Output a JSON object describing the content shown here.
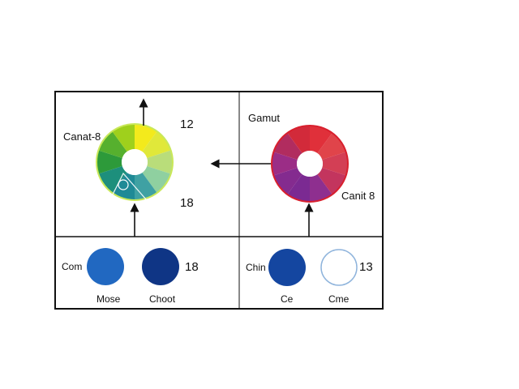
{
  "top_left": {
    "wheel_label": "Canat-8",
    "top_value": "12",
    "bottom_value": "18"
  },
  "top_right": {
    "title": "Gamut",
    "wheel_label": "Canit 8"
  },
  "bottom_left": {
    "row_label": "Com",
    "swatch1_label": "Mose",
    "swatch2_label": "Choot",
    "value": "18"
  },
  "bottom_right": {
    "row_label": "Chin",
    "swatch1_label": "Ce",
    "swatch2_label": "Cme",
    "value": "13"
  },
  "colors": {
    "frame": "#111111",
    "wheel1": [
      "#f3ea1c",
      "#e0e83a",
      "#b9dd7a",
      "#8fd0a0",
      "#3fa1a3",
      "#1f8a96",
      "#1d8f7c",
      "#2d9a3a",
      "#56b02e",
      "#9fd01c"
    ],
    "wheel2": [
      "#e0303a",
      "#e0444a",
      "#d33f55",
      "#c3355e",
      "#8e2f8f",
      "#7b2a92",
      "#842b8f",
      "#9b2d86",
      "#b12c5f",
      "#d22a3a"
    ],
    "swatch_blue": "#2168c1",
    "swatch_navy": "#0f3585",
    "swatch_mid": "#1446a0",
    "swatch_light": "#a8c8ec"
  }
}
